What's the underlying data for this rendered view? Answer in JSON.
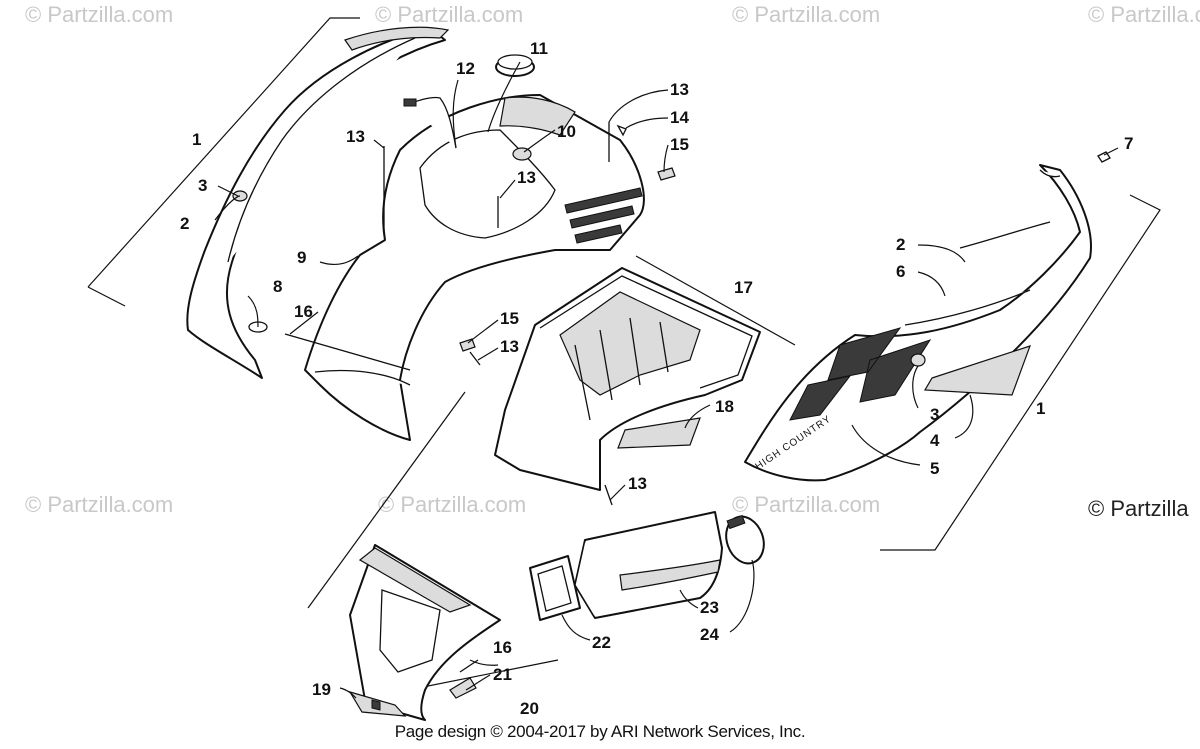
{
  "watermark": {
    "text": "© Partzilla.com",
    "edge_text": "© Partzilla"
  },
  "decal_text": "HIGH COUNTRY",
  "footer": "Page design © 2004-2017 by ARI Network Services, Inc.",
  "callouts": {
    "c1a": "1",
    "c1b": "1",
    "c2a": "2",
    "c2b": "2",
    "c3a": "3",
    "c3b": "3",
    "c4": "4",
    "c5": "5",
    "c6": "6",
    "c7": "7",
    "c8": "8",
    "c9": "9",
    "c10": "10",
    "c11": "11",
    "c12": "12",
    "c13a": "13",
    "c13b": "13",
    "c13c": "13",
    "c13d": "13",
    "c13e": "13",
    "c14": "14",
    "c15a": "15",
    "c15b": "15",
    "c16a": "16",
    "c16b": "16",
    "c17": "17",
    "c18": "18",
    "c19": "19",
    "c20": "20",
    "c21": "21",
    "c22": "22",
    "c23": "23",
    "c24": "24"
  }
}
